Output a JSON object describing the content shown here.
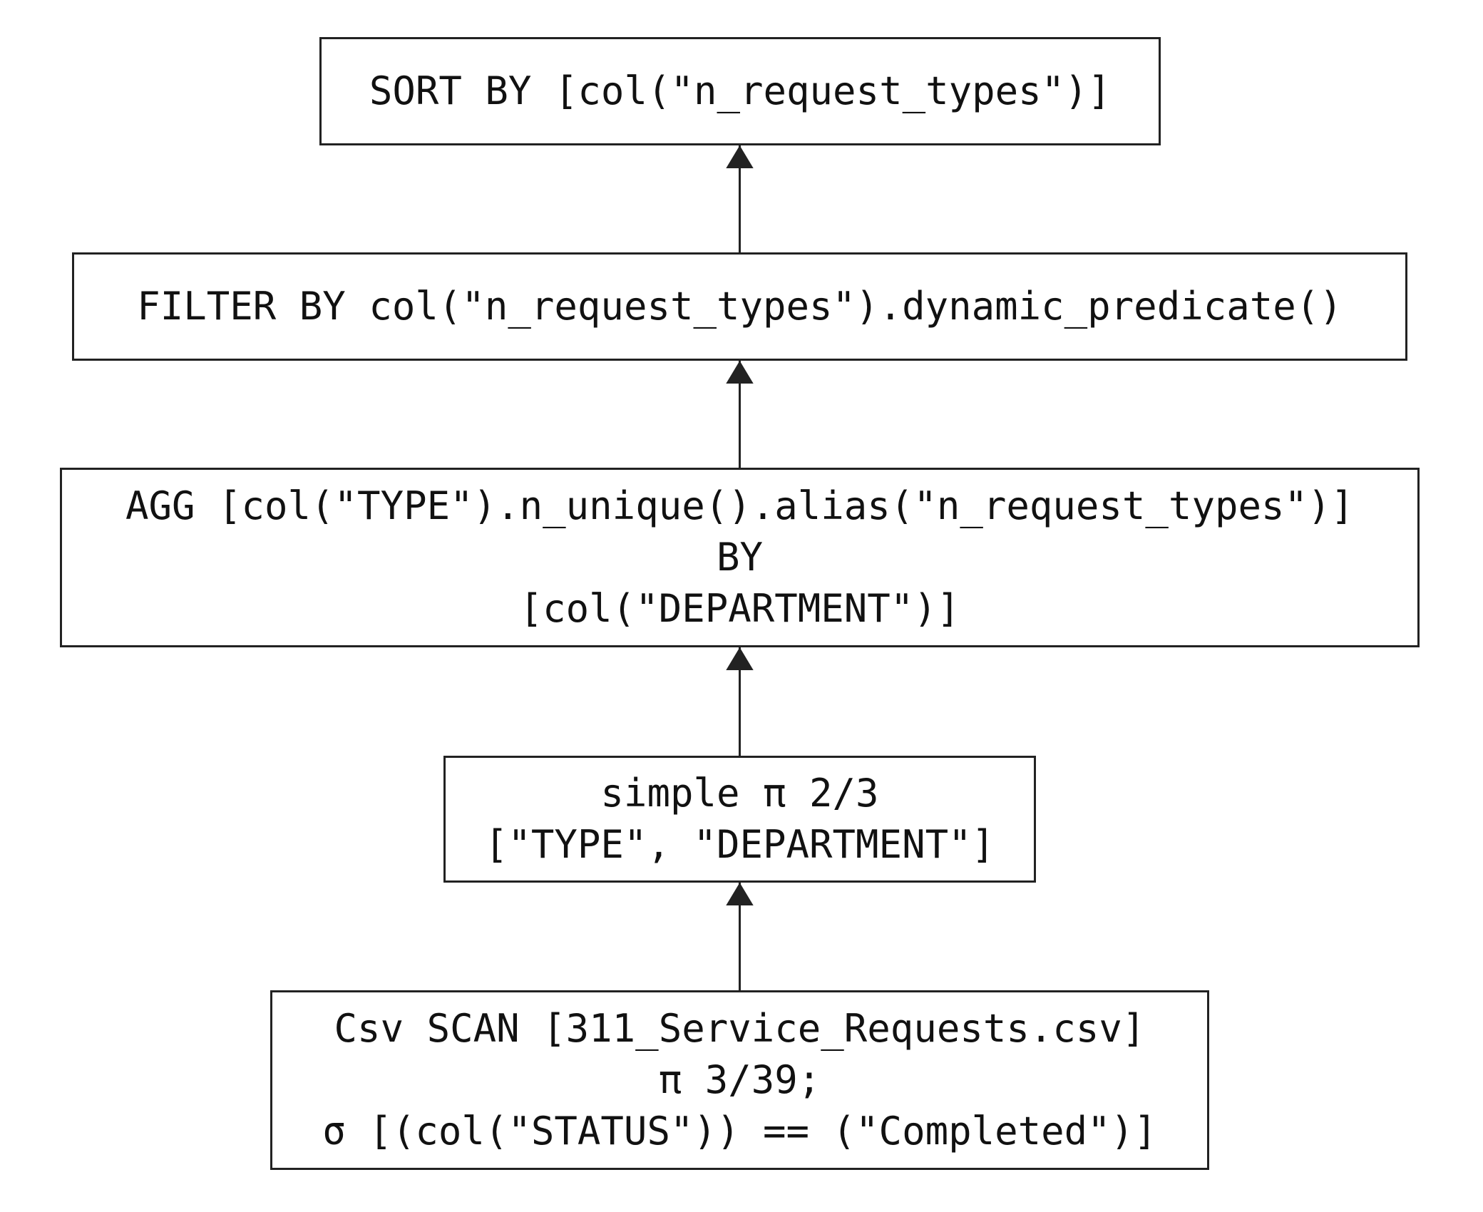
{
  "nodes": {
    "sort": {
      "lines": [
        "SORT BY [col(\"n_request_types\")]"
      ]
    },
    "filter": {
      "lines": [
        "FILTER BY col(\"n_request_types\").dynamic_predicate()"
      ]
    },
    "agg": {
      "lines": [
        "AGG [col(\"TYPE\").n_unique().alias(\"n_request_types\")]",
        "BY",
        "[col(\"DEPARTMENT\")]"
      ]
    },
    "projection": {
      "lines": [
        "simple π 2/3",
        "[\"TYPE\", \"DEPARTMENT\"]"
      ]
    },
    "scan": {
      "lines": [
        "Csv SCAN [311_Service_Requests.csv]",
        "π 3/39;",
        "σ [(col(\"STATUS\")) == (\"Completed\")]"
      ]
    }
  },
  "edges": [
    {
      "from": "filter",
      "to": "sort"
    },
    {
      "from": "agg",
      "to": "filter"
    },
    {
      "from": "projection",
      "to": "agg"
    },
    {
      "from": "scan",
      "to": "projection"
    }
  ],
  "colors": {
    "line": "#222222",
    "text": "#111111",
    "background": "#ffffff"
  }
}
